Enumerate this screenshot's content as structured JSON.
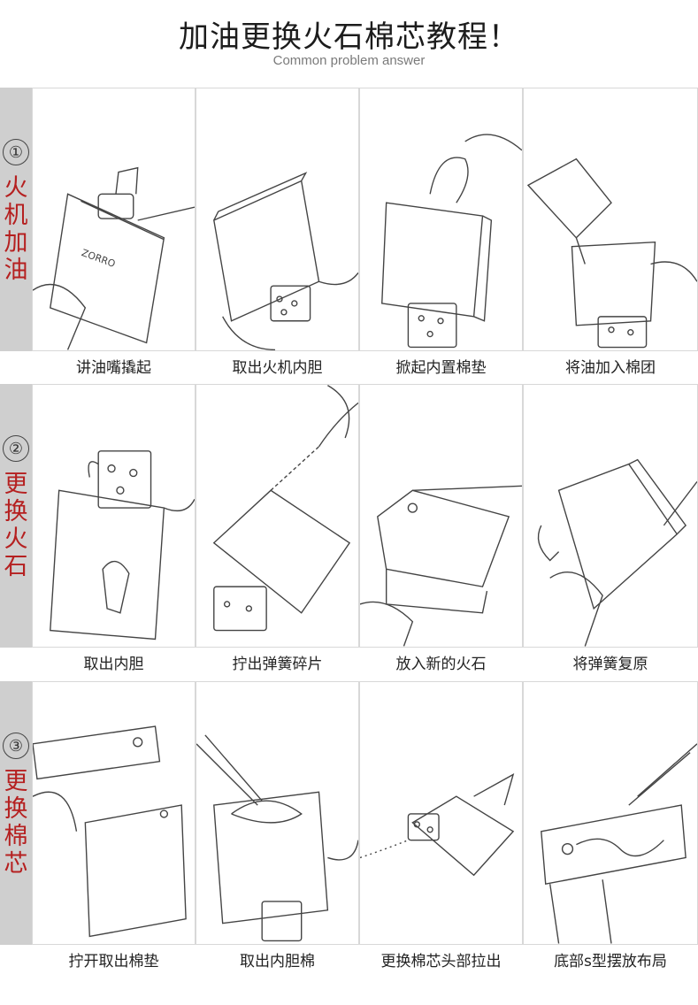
{
  "header": {
    "title": "加油更换火石棉芯教程！",
    "subtitle": "Common problem answer"
  },
  "sections": [
    {
      "num": "①",
      "label": "火机加油",
      "steps": [
        "讲油嘴撬起",
        "取出火机内胆",
        "掀起内置棉垫",
        "将油加入棉团"
      ],
      "illustrations": [
        "lighter-fluid-can-icon",
        "lighter-insert-icon",
        "cotton-pad-icon",
        "refill-oil-icon"
      ]
    },
    {
      "num": "②",
      "label": "更换火石",
      "steps": [
        "取出内胆",
        "拧出弹簧碎片",
        "放入新的火石",
        "将弹簧复原"
      ],
      "illustrations": [
        "lighter-case-icon",
        "spring-screw-icon",
        "flint-insert-icon",
        "spring-restore-icon"
      ]
    },
    {
      "num": "③",
      "label": "更换棉芯",
      "steps": [
        "拧开取出棉垫",
        "取出内胆棉",
        "更换棉芯头部拉出",
        "底部s型摆放布局"
      ],
      "illustrations": [
        "remove-pad-icon",
        "tweezers-cotton-icon",
        "wick-pull-icon",
        "s-shape-wick-icon"
      ]
    }
  ]
}
